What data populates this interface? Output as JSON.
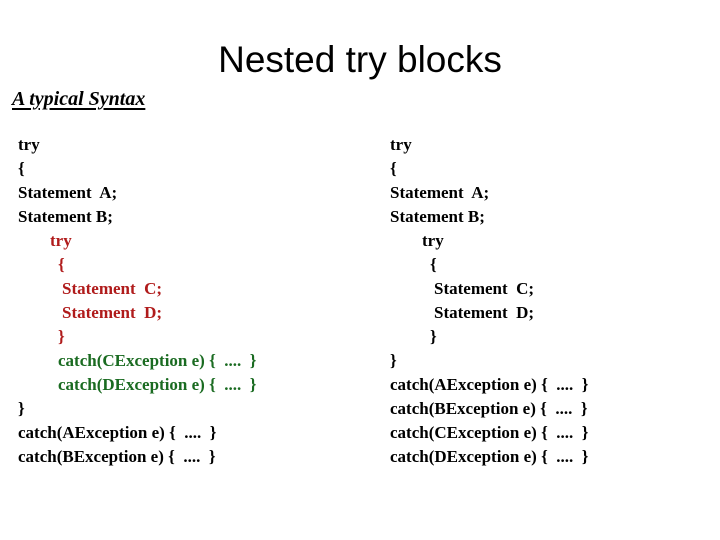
{
  "slide": {
    "title": "Nested try blocks",
    "subtitle": "A typical Syntax"
  },
  "colors": {
    "background": "#ffffff",
    "text_black": "#000000",
    "inner_try_red": "#B01B1B",
    "inner_catch_green": "#1A6B21"
  },
  "columns": {
    "left": {
      "lines": [
        {
          "text": "try",
          "color": "black",
          "indent": 0
        },
        {
          "text": "{",
          "color": "black",
          "indent": 0
        },
        {
          "text": "Statement  A;",
          "color": "black",
          "indent": 0
        },
        {
          "text": "Statement B;",
          "color": "black",
          "indent": 0
        },
        {
          "text": "try",
          "color": "red",
          "indent": 1
        },
        {
          "text": "{",
          "color": "red",
          "indent": 2
        },
        {
          "text": "Statement  C;",
          "color": "red",
          "indent": 3
        },
        {
          "text": "Statement  D;",
          "color": "red",
          "indent": 3
        },
        {
          "text": "}",
          "color": "red",
          "indent": 2
        },
        {
          "text": "catch(CException e) {  ....  }",
          "color": "green",
          "indent": 2
        },
        {
          "text": "catch(DException e) {  ....  }",
          "color": "green",
          "indent": 2
        },
        {
          "text": "}",
          "color": "black",
          "indent": 0
        },
        {
          "text": "catch(AException e) {  ....  }",
          "color": "black",
          "indent": 0
        },
        {
          "text": "catch(BException e) {  ....  }",
          "color": "black",
          "indent": 0
        }
      ]
    },
    "right": {
      "lines": [
        {
          "text": "try",
          "color": "black",
          "indent": 0
        },
        {
          "text": "{",
          "color": "black",
          "indent": 0
        },
        {
          "text": "Statement  A;",
          "color": "black",
          "indent": 0
        },
        {
          "text": "Statement B;",
          "color": "black",
          "indent": 0
        },
        {
          "text": "try",
          "color": "black",
          "indent": 1
        },
        {
          "text": "{",
          "color": "black",
          "indent": 2
        },
        {
          "text": "Statement  C;",
          "color": "black",
          "indent": 3
        },
        {
          "text": "Statement  D;",
          "color": "black",
          "indent": 3
        },
        {
          "text": "}",
          "color": "black",
          "indent": 2
        },
        {
          "text": "}",
          "color": "black",
          "indent": 0
        },
        {
          "text": "catch(AException e) {  ....  }",
          "color": "black",
          "indent": 0
        },
        {
          "text": "catch(BException e) {  ....  }",
          "color": "black",
          "indent": 0
        },
        {
          "text": "catch(CException e) {  ....  }",
          "color": "black",
          "indent": 0
        },
        {
          "text": "catch(DException e) {  ....  }",
          "color": "black",
          "indent": 0
        }
      ]
    }
  }
}
